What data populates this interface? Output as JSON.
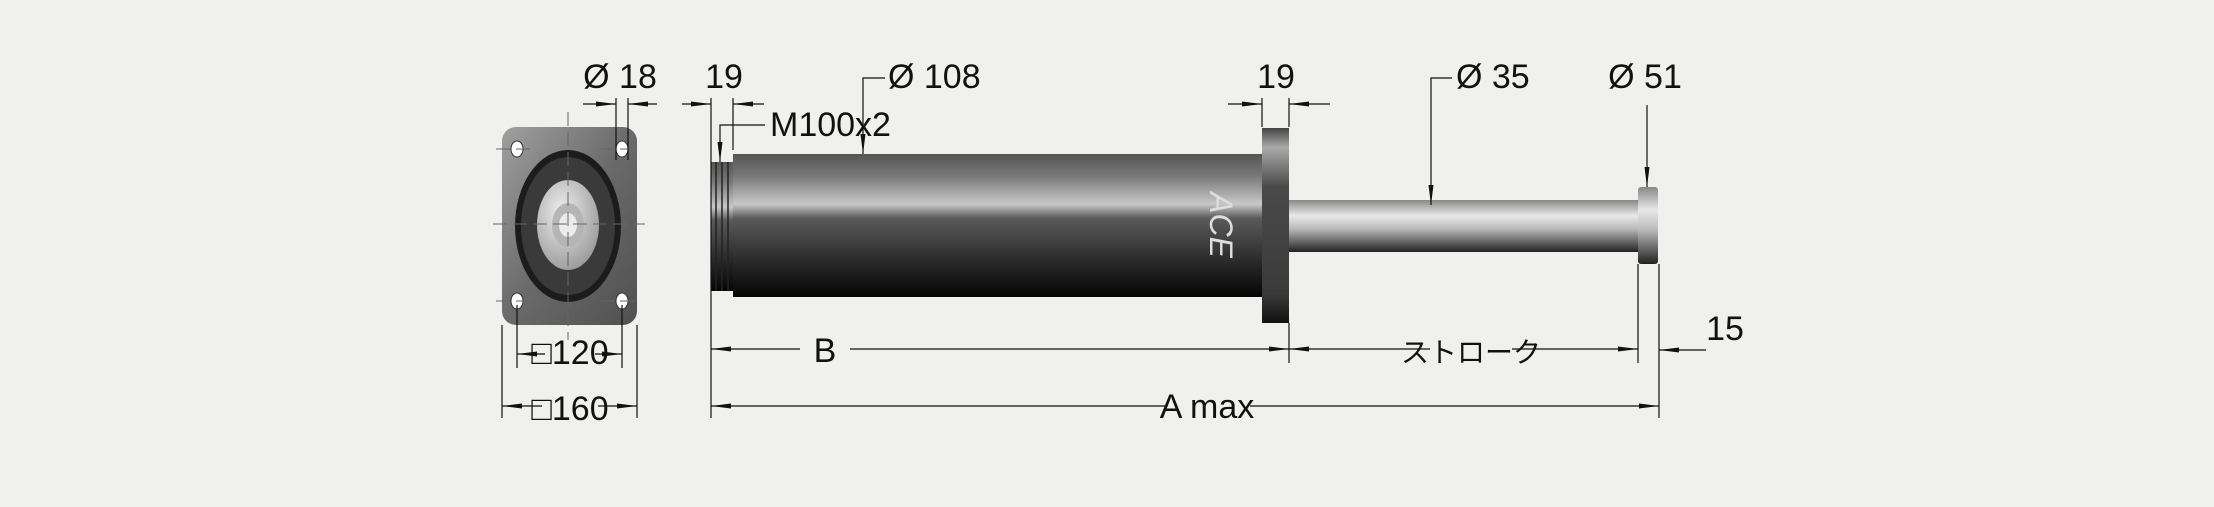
{
  "drawing": {
    "front_view": {
      "hole_diameter": "Ø 18",
      "hole_pitch": "□120",
      "flange_size": "□160"
    },
    "side_view": {
      "thread_length": "19",
      "thread": "M100x2",
      "body_diameter": "Ø 108",
      "flange_thickness": "19",
      "rod_diameter": "Ø 35",
      "head_diameter": "Ø 51",
      "head_length": "15",
      "dim_b": "B",
      "stroke": "ストローク",
      "overall_length": "A max",
      "logo": "ACE"
    }
  },
  "colors": {
    "background": "#f0f1ef",
    "line": "#111111"
  }
}
